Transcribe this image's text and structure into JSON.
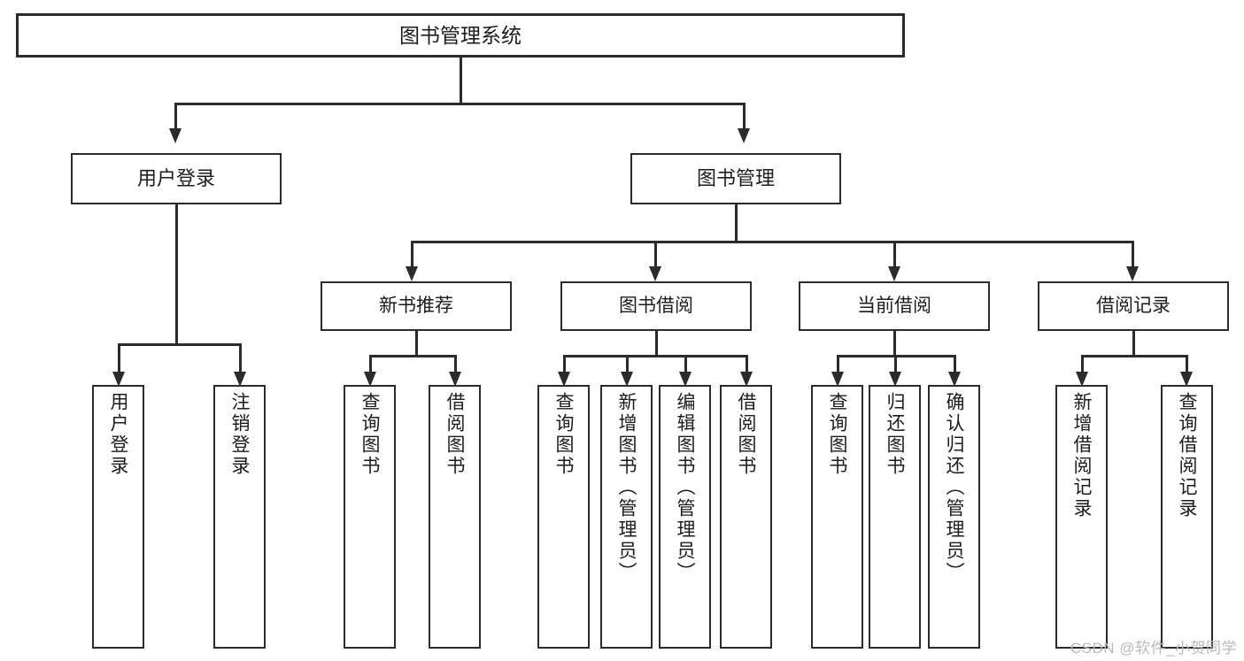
{
  "diagram": {
    "title": "图书管理系统",
    "type": "tree",
    "root": {
      "label": "图书管理系统"
    },
    "level1": [
      {
        "label": "用户登录"
      },
      {
        "label": "图书管理"
      }
    ],
    "level2": [
      {
        "label": "新书推荐"
      },
      {
        "label": "图书借阅"
      },
      {
        "label": "当前借阅"
      },
      {
        "label": "借阅记录"
      }
    ],
    "leaves": {
      "user_login": [
        {
          "label": "用户登录"
        },
        {
          "label": "注销登录"
        }
      ],
      "new_book": [
        {
          "label": "查询图书"
        },
        {
          "label": "借阅图书"
        }
      ],
      "book_borrow": [
        {
          "label": "查询图书"
        },
        {
          "label": "新增图书（管理员）"
        },
        {
          "label": "编辑图书（管理员）"
        },
        {
          "label": "借阅图书"
        }
      ],
      "current_borrow": [
        {
          "label": "查询图书"
        },
        {
          "label": "归还图书"
        },
        {
          "label": "确认归还（管理员）"
        }
      ],
      "borrow_record": [
        {
          "label": "新增借阅记录"
        },
        {
          "label": "查询借阅记录"
        }
      ]
    }
  },
  "watermark": {
    "text": "CSDN @软件_小贺同学"
  },
  "colors": {
    "background": "#ffffff",
    "stroke": "#2b2b2b",
    "text": "#1c1c1c",
    "watermark": "#b9b9b9"
  }
}
